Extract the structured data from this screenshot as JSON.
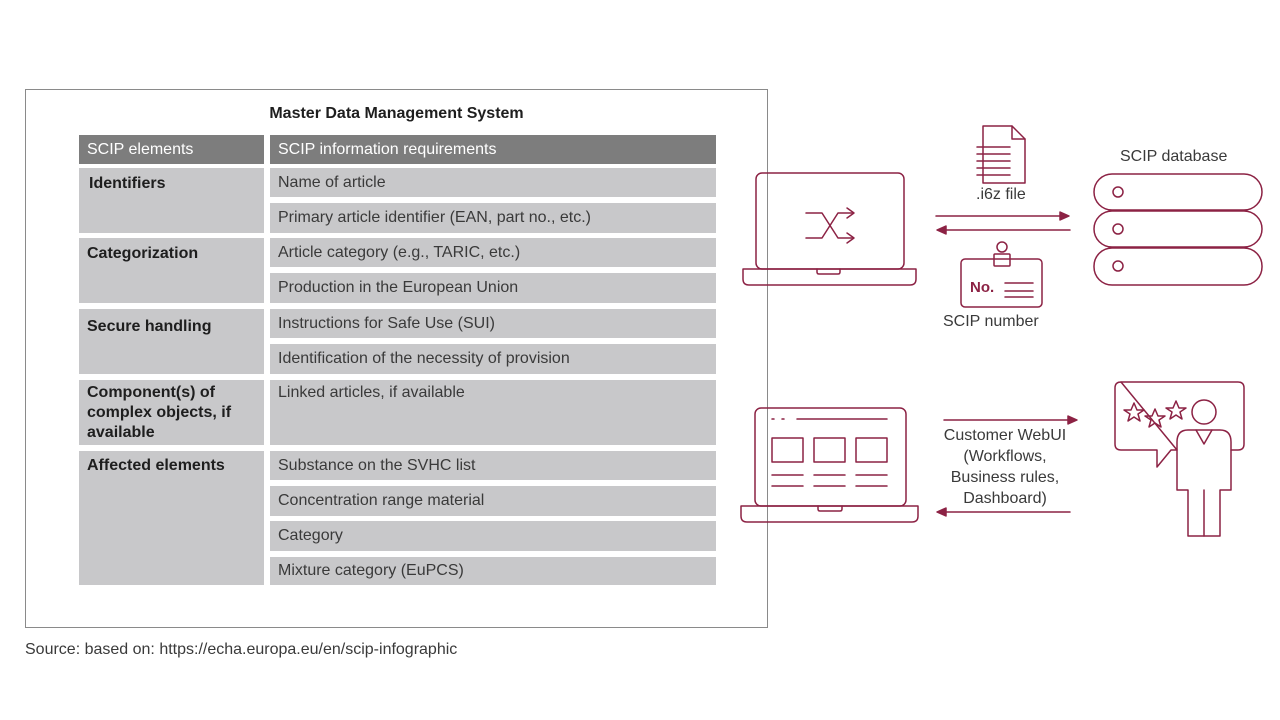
{
  "system": {
    "title": "Master Data Management System"
  },
  "table": {
    "header_elements": "SCIP elements",
    "header_requirements": "SCIP information requirements",
    "groups": [
      {
        "category": "Identifiers",
        "items": [
          "Name of article",
          "Primary article identifier (EAN, part no., etc.)"
        ]
      },
      {
        "category": "Categorization",
        "items": [
          "Article category (e.g., TARIC, etc.)",
          "Production in the European Union"
        ]
      },
      {
        "category": "Secure handling",
        "items": [
          "Instructions for Safe Use (SUI)",
          "Identification of the necessity of provision"
        ]
      },
      {
        "category": "Component(s) of complex objects, if available",
        "items": [
          "Linked articles, if available"
        ]
      },
      {
        "category": "Affected elements",
        "items": [
          "Substance on the SVHC list",
          "Concentration range material",
          "Category",
          "Mixture category (EuPCS)"
        ]
      }
    ]
  },
  "diagram": {
    "file_label": ".i6z file",
    "database_label": "SCIP database",
    "number_badge": "No.",
    "number_label": "SCIP number",
    "webui_label": [
      "Customer WebUI",
      "(Workflows,",
      "Business rules,",
      "Dashboard)"
    ],
    "accent_color": "#8c2244"
  },
  "source": "Source: based on: https://echa.europa.eu/en/scip-infographic"
}
